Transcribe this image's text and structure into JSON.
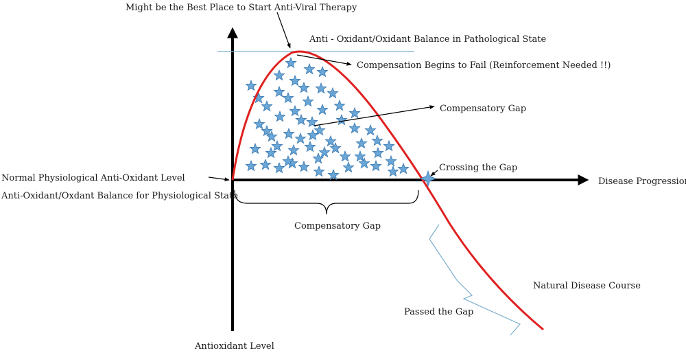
{
  "labels": {
    "best_place": "Might be the Best Place to Start Anti-Viral Therapy",
    "pathological_balance": "Anti - Oxidant/Oxidant Balance in Pathological State",
    "compensation_fail": "Compensation Begins to Fail (Reinforcement Needed !!)",
    "compensatory_gap_upper": "Compensatory Gap",
    "crossing_gap": "Crossing the Gap",
    "disease_progression": "Disease Progression",
    "normal_level": "Normal Physiological Anti-Oxidant Level",
    "physiological_balance": "Anti-Oxidant/Oxdant Balance for Physiological State",
    "compensatory_gap_lower": "Compensatory Gap",
    "natural_course": "Natural Disease Course",
    "passed_gap": "Passed the Gap",
    "y_axis": "Antioxidant Level"
  },
  "colors": {
    "curve": "#e02020",
    "stars": "#6aa6d6",
    "reference_line": "#7aaecc",
    "axis": "#000000"
  },
  "icons": {
    "star": "star-icon",
    "crossing_marker": "star-icon"
  }
}
